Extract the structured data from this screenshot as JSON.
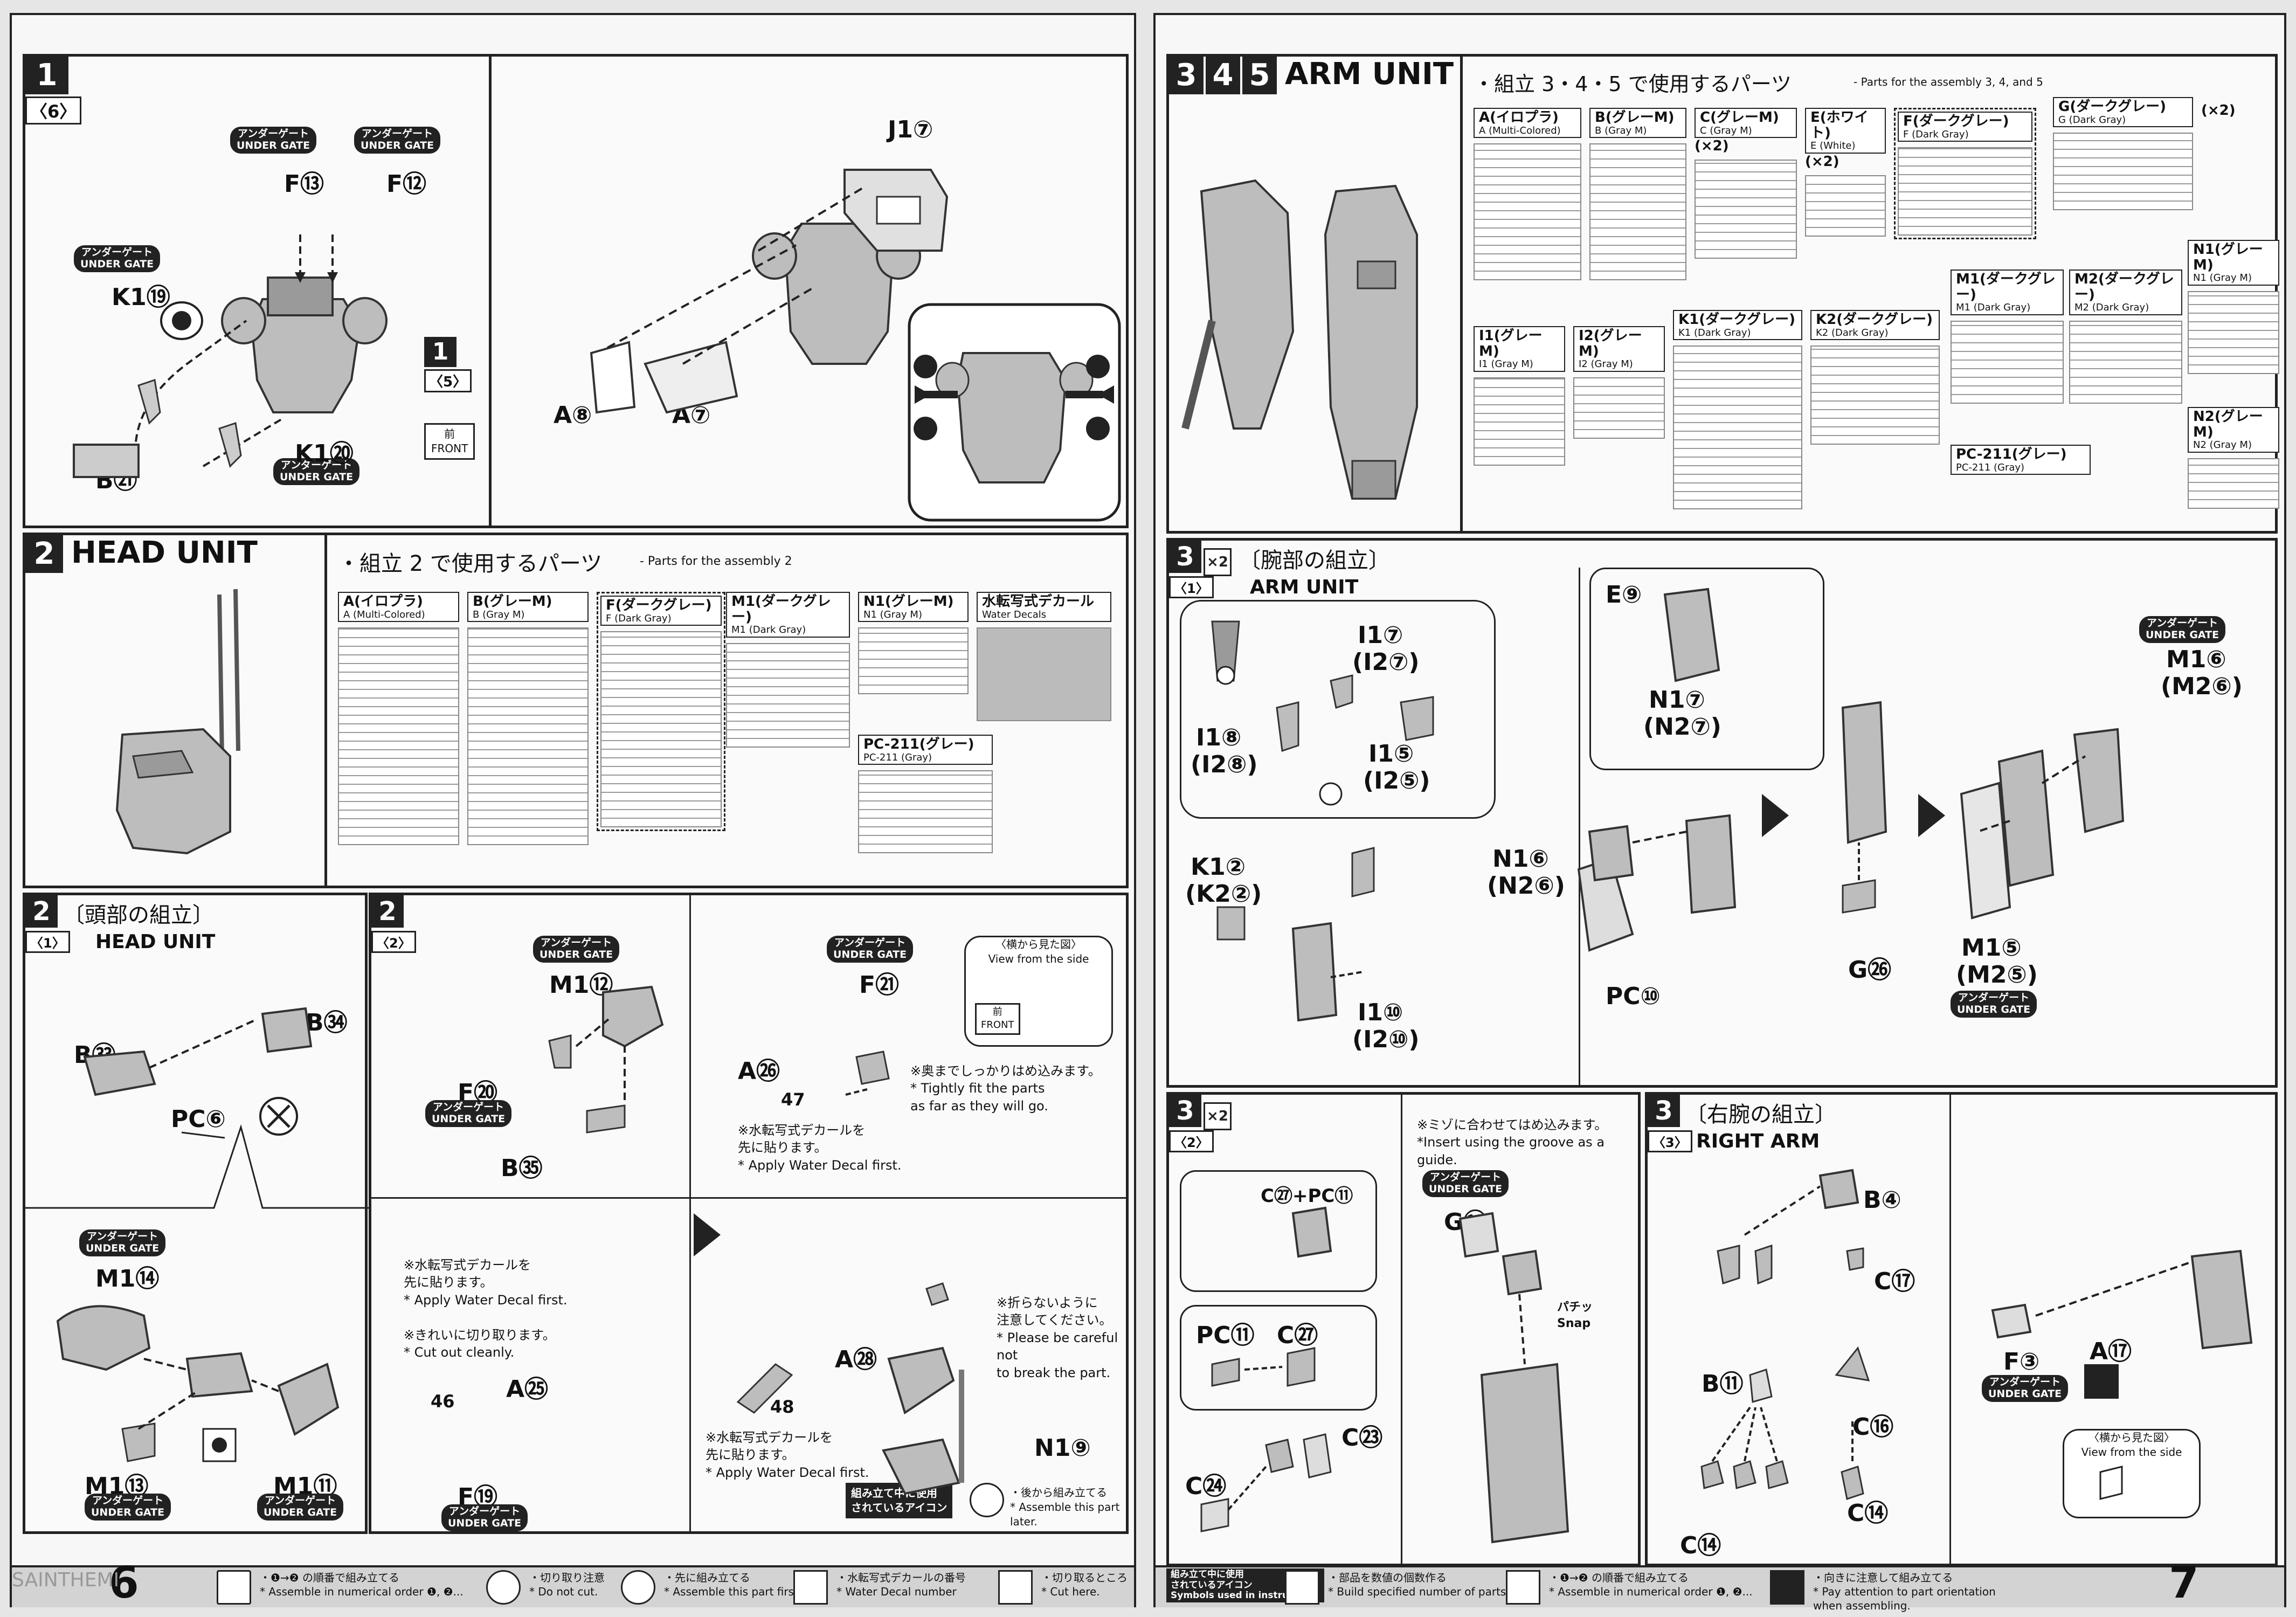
{
  "page_left": {
    "page_number": "6",
    "watermark": "SAINTHEMI",
    "step1": {
      "number": "1",
      "sub": "〈6〉",
      "under_gate": "アンダーゲート\nUNDER GATE",
      "parts": [
        "F⑬",
        "F⑫",
        "K1⑲",
        "K1⑳",
        "B㉑",
        "J1⑦",
        "A⑧",
        "A⑦"
      ],
      "ref_number": "1",
      "ref_sub": "〈5〉",
      "front_label": "前\nFRONT"
    },
    "head_unit": {
      "number": "2",
      "title": "HEAD UNIT",
      "parts_heading": "・組立 2 で使用するパーツ",
      "parts_heading_en": "- Parts for the assembly 2",
      "runners": [
        {
          "label": "A(イロプラ)",
          "en": "A (Multi-Colored)"
        },
        {
          "label": "B(グレーM)",
          "en": "B (Gray M)"
        },
        {
          "label": "F(ダークグレー)",
          "en": "F (Dark Gray)"
        },
        {
          "label": "M1(ダークグレー)",
          "en": "M1 (Dark Gray)"
        },
        {
          "label": "N1(グレーM)",
          "en": "N1 (Gray M)"
        },
        {
          "label": "水転写式デカール",
          "en": "Water Decals"
        },
        {
          "label": "PC-211(グレー)",
          "en": "PC-211 (Gray)"
        }
      ]
    },
    "step2_1": {
      "number": "2",
      "title_jp": "〔頭部の組立〕",
      "sub": "〈1〉",
      "title_en": "HEAD UNIT",
      "parts": [
        "B㉝",
        "B㉞",
        "PC⑥",
        "M1⑭",
        "M1⑬",
        "M1⑪"
      ],
      "under_gate": "アンダーゲート\nUNDER GATE"
    },
    "step2_2": {
      "number": "2",
      "sub": "〈2〉",
      "parts": [
        "M1⑫",
        "F⑳",
        "B㉟",
        "F㉑",
        "A㉖",
        "47",
        "A㉕",
        "46",
        "F⑲",
        "A㉘",
        "48",
        "N1⑨"
      ],
      "under_gate": "アンダーゲート\nUNDER GATE",
      "side_view": "〈横から見た図〉\nView from the side",
      "front": "前\nFRONT",
      "note_fit": "※奥までしっかりはめ込みます。\n* Tightly fit the parts\n  as far as they will go.",
      "note_decal1": "※水転写式デカールを\n先に貼ります。\n* Apply Water Decal first.",
      "note_decal2": "※水転写式デカールを\n先に貼ります。\n* Apply Water Decal first.",
      "note_cut": "※きれいに切り取ります。\n* Cut out cleanly.",
      "note_decal3": "※水転写式デカールを\n先に貼ります。\n* Apply Water Decal first.",
      "note_break": "※折らないように\n注意してください。\n* Please be careful not\n  to break the part.",
      "later_box": "組み立て中に使用\nされているアイコン",
      "later_text": "・後から組み立てる\n* Assemble this part later."
    },
    "footer": {
      "items": [
        "・❶→❷ の順番で組み立てる\n* Assemble in numerical order ❶, ❷...",
        "・切り取り注意\n* Do not cut.",
        "・先に組み立てる\n* Assemble this part first.",
        "・水転写式デカールの番号\n* Water Decal number",
        "・切り取るところ\n* Cut here."
      ]
    }
  },
  "page_right": {
    "page_number": "7",
    "arm_unit": {
      "numbers": [
        "3",
        "4",
        "5"
      ],
      "title": "ARM UNIT",
      "parts_heading": "・組立 3・4・5 で使用するパーツ",
      "parts_heading_en": "- Parts for the assembly 3, 4, and 5",
      "runners": [
        {
          "label": "A(イロプラ)",
          "en": "A (Multi-Colored)",
          "mult": ""
        },
        {
          "label": "B(グレーM)",
          "en": "B (Gray M)",
          "mult": ""
        },
        {
          "label": "C(グレーM)",
          "en": "C (Gray M)",
          "mult": "(×2)"
        },
        {
          "label": "E(ホワイト)",
          "en": "E (White)",
          "mult": "(×2)"
        },
        {
          "label": "F(ダークグレー)",
          "en": "F (Dark Gray)",
          "mult": ""
        },
        {
          "label": "G(ダークグレー)",
          "en": "G (Dark Gray)",
          "mult": "(×2)"
        },
        {
          "label": "I1(グレーM)",
          "en": "I1 (Gray M)",
          "mult": ""
        },
        {
          "label": "I2(グレーM)",
          "en": "I2 (Gray M)",
          "mult": ""
        },
        {
          "label": "K1(ダークグレー)",
          "en": "K1 (Dark Gray)",
          "mult": ""
        },
        {
          "label": "K2(ダークグレー)",
          "en": "K2 (Dark Gray)",
          "mult": ""
        },
        {
          "label": "M1(ダークグレー)",
          "en": "M1 (Dark Gray)",
          "mult": ""
        },
        {
          "label": "M2(ダークグレー)",
          "en": "M2 (Dark Gray)",
          "mult": ""
        },
        {
          "label": "N1(グレーM)",
          "en": "N1 (Gray M)",
          "mult": ""
        },
        {
          "label": "N2(グレーM)",
          "en": "N2 (Gray M)",
          "mult": ""
        },
        {
          "label": "PC-211(グレー)",
          "en": "PC-211 (Gray)",
          "mult": ""
        }
      ]
    },
    "step3_1": {
      "number": "3",
      "mult": "×2",
      "sub": "〈1〉",
      "title_jp": "〔腕部の組立〕",
      "title_en": "ARM UNIT",
      "parts": [
        "I1⑦",
        "(I2⑦)",
        "I1⑧",
        "(I2⑧)",
        "I1⑤",
        "(I2⑤)",
        "K1②",
        "(K2②)",
        "I1⑩",
        "(I2⑩)",
        "E⑨",
        "N1⑦",
        "(N2⑦)",
        "N1⑥",
        "(N2⑥)",
        "PC⑩",
        "G㉖",
        "M1⑥",
        "(M2⑥)",
        "M1⑤",
        "(M2⑤)"
      ],
      "under_gate": "アンダーゲート\nUNDER GATE"
    },
    "step3_2": {
      "number": "3",
      "mult": "×2",
      "sub": "〈2〉",
      "parts": [
        "C㉗+PC⑪",
        "PC⑪",
        "C㉗",
        "C㉓",
        "C㉔",
        "G⑭"
      ],
      "note_groove": "※ミゾに合わせてはめ込みます。\n*Insert using the groove as a guide.",
      "under_gate": "アンダーゲート\nUNDER GATE",
      "snap": "パチッ\nSnap"
    },
    "step3_3": {
      "number": "3",
      "sub": "〈3〉",
      "title_jp": "〔右腕の組立〕",
      "title_en": "RIGHT ARM",
      "parts": [
        "B④",
        "C⑰",
        "B⑪",
        "C⑯",
        "C⑭",
        "C⑭",
        "F③",
        "A⑰"
      ],
      "under_gate": "アンダーゲート\nUNDER GATE",
      "side_view": "〈横から見た図〉\nView from the side"
    },
    "footer": {
      "box": "組み立て中に使用\nされているアイコン\nSymbols used in instructions",
      "items": [
        "・部品を数値の個数作る\n* Build specified number of parts.",
        "・❶→❷ の順番で組み立てる\n* Assemble in numerical order ❶, ❷...",
        "・向きに注意して組み立てる\n* Pay attention to part orientation\n  when assembling."
      ]
    }
  }
}
